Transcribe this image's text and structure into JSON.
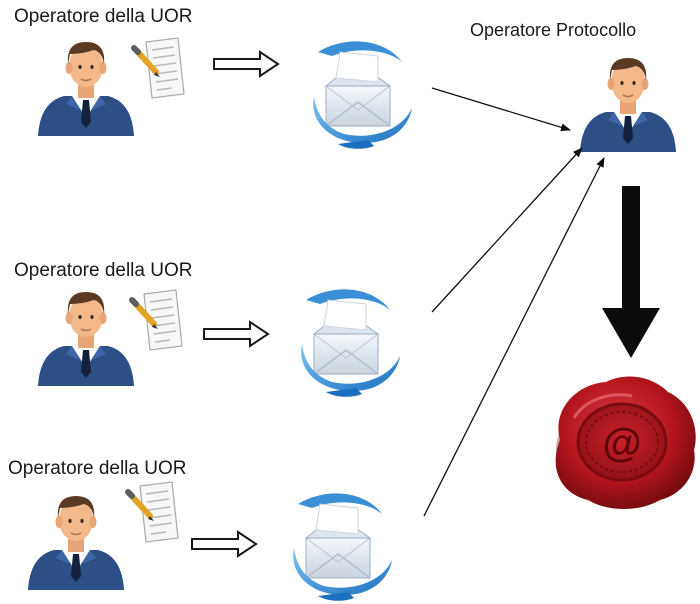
{
  "operators": [
    {
      "label": "Operatore della UOR"
    },
    {
      "label": "Operatore della UOR"
    },
    {
      "label": "Operatore della UOR"
    }
  ],
  "protocol_operator": {
    "label": "Operatore Protocollo"
  },
  "seal": {
    "symbol": "@"
  },
  "colors": {
    "suit": "#2c4f86",
    "skin": "#f3b98b",
    "hair": "#5a3a22",
    "envelope_blue": "#3a8fd6",
    "seal_red": "#b3151b"
  },
  "icons": [
    "person-icon",
    "document-pen-icon",
    "outline-arrow-icon",
    "email-envelope-icon",
    "wax-seal-icon"
  ]
}
